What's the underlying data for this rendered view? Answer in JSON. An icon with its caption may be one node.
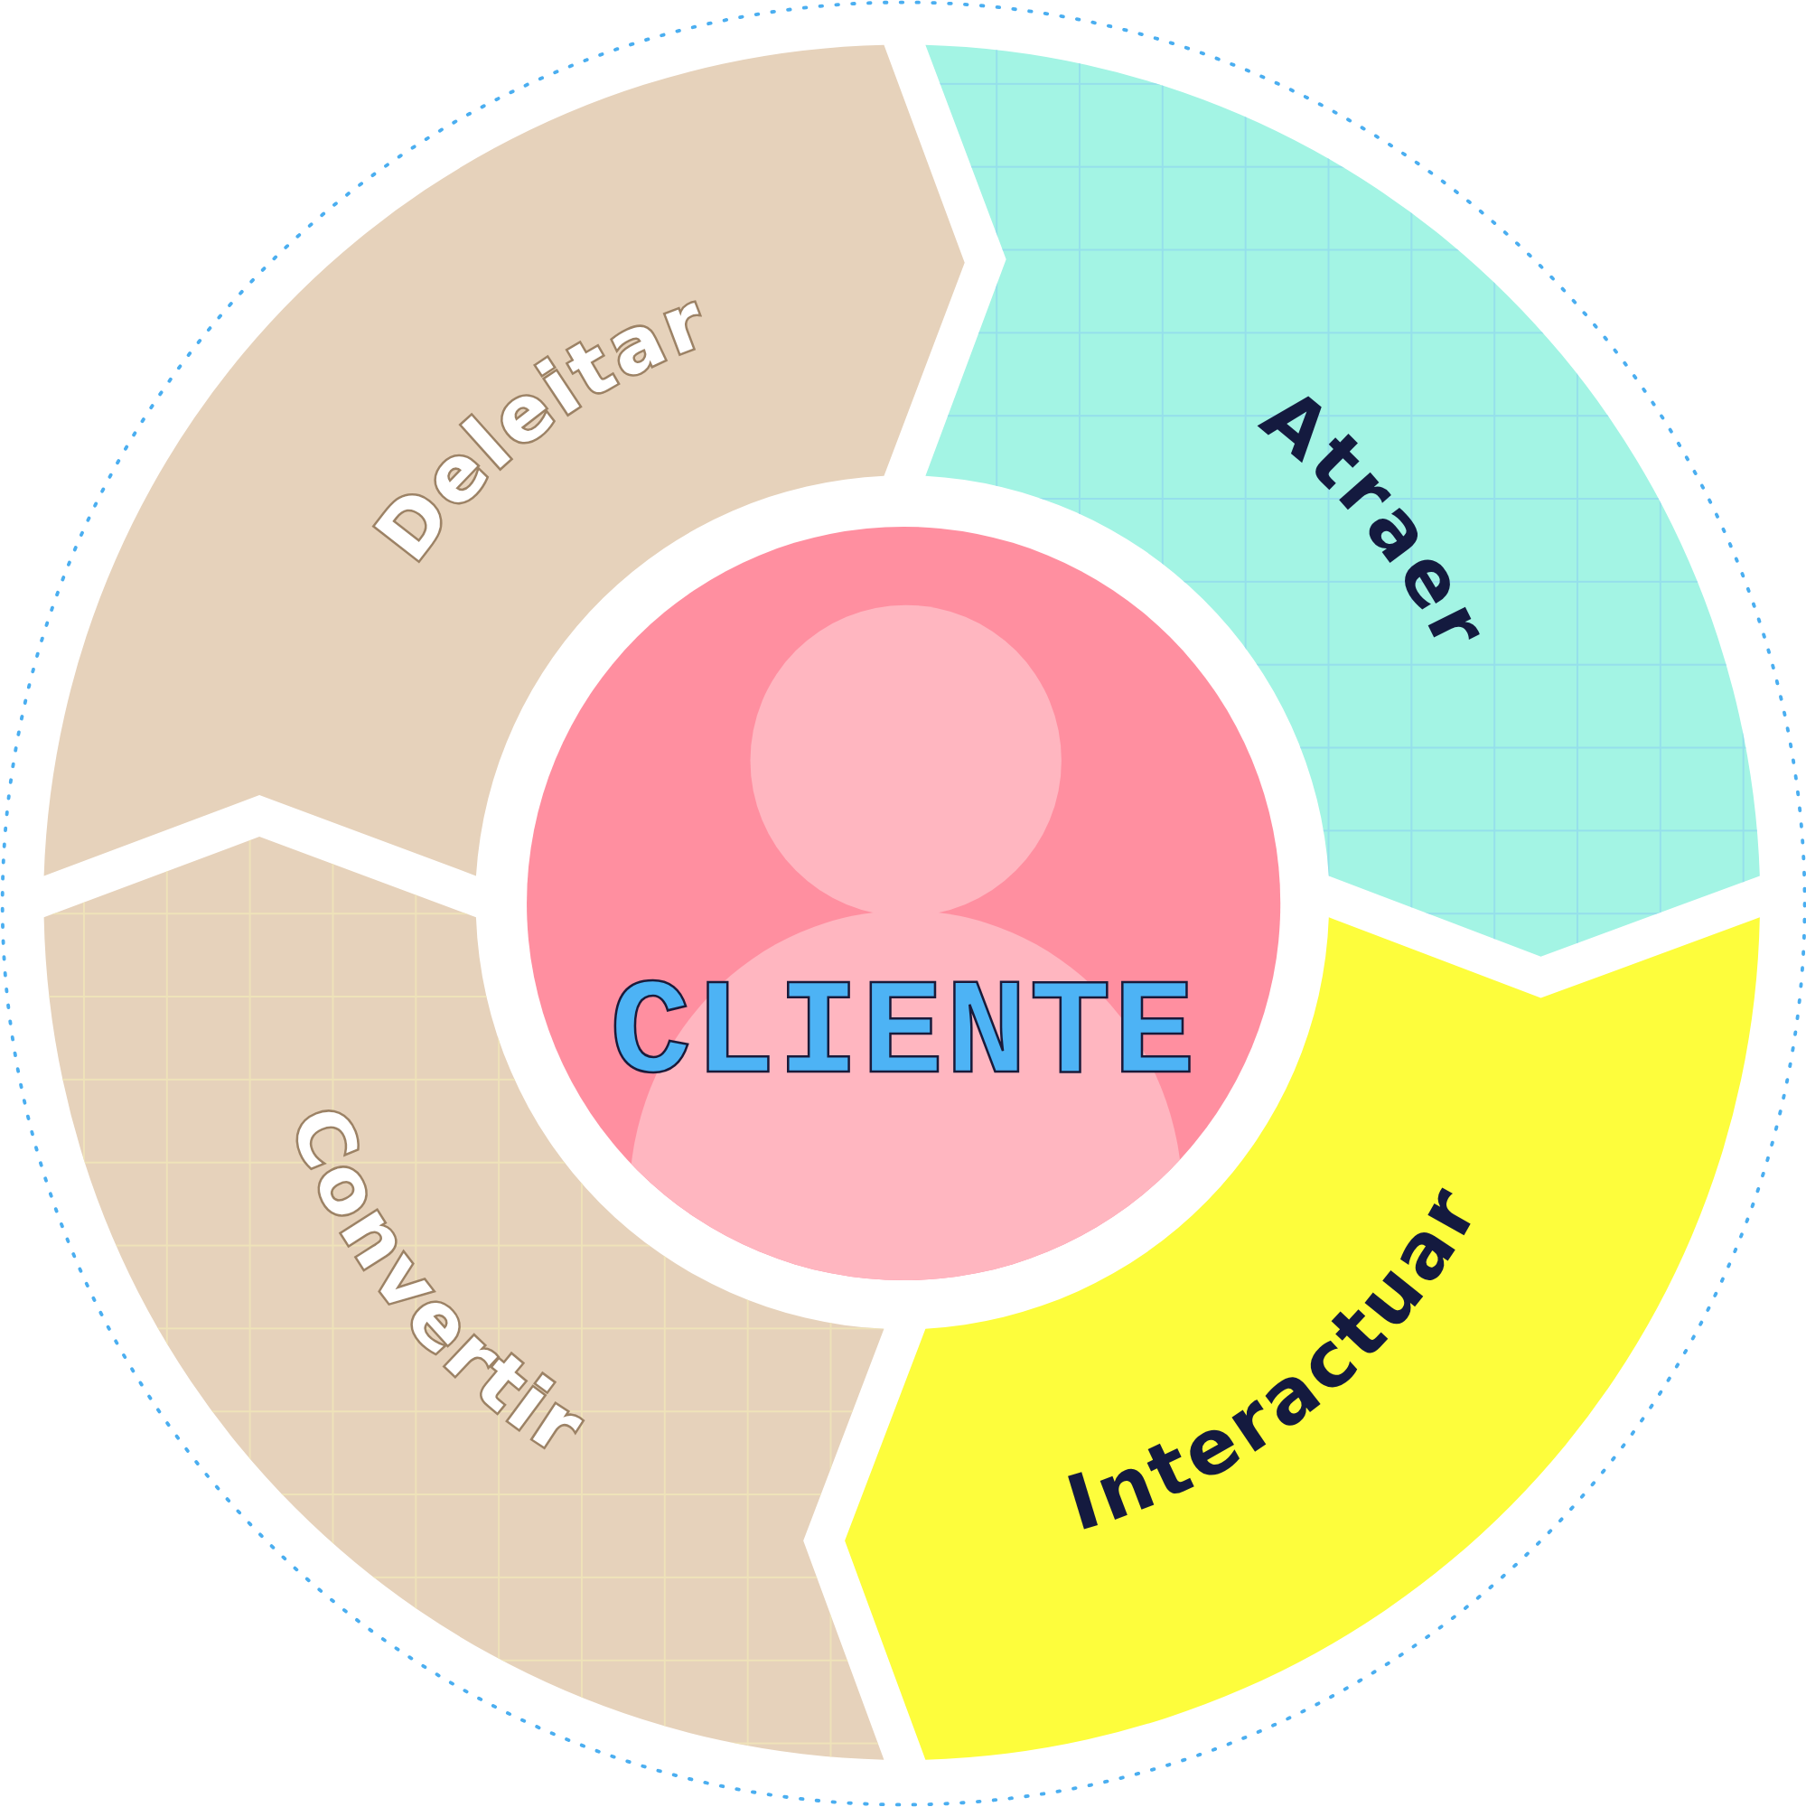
{
  "diagram": {
    "nodes": [
      {
        "text": [
          "Deleitar"
        ]
      },
      {
        "text": [
          "Atraer"
        ]
      },
      {
        "text": [
          "CLIENTE"
        ]
      },
      {
        "text": [
          "Convertir"
        ]
      },
      {
        "text": [
          "Interactuar"
        ]
      }
    ]
  }
}
